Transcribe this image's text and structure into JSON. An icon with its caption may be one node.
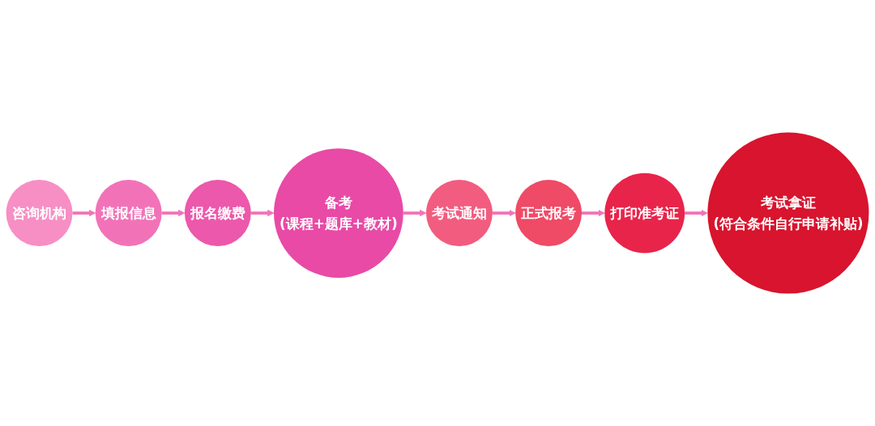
{
  "diagram": {
    "nodes": [
      {
        "text": [
          "咨询机构"
        ]
      },
      {
        "text": [
          "填报信息"
        ]
      },
      {
        "text": [
          "报名缴费"
        ]
      },
      {
        "text": [
          "备考",
          "(课程+题库+教材)"
        ]
      },
      {
        "text": [
          "考试通知"
        ]
      },
      {
        "text": [
          "正式报考"
        ]
      },
      {
        "text": [
          "打印准考证"
        ]
      },
      {
        "text": [
          "考试拿证",
          "(符合条件自行申请补贴)"
        ]
      }
    ],
    "edges": [
      {
        "from": 0,
        "to": 1,
        "arrow": "to"
      },
      {
        "from": 1,
        "to": 2,
        "arrow": "to"
      },
      {
        "from": 2,
        "to": 3,
        "arrow": "to"
      },
      {
        "from": 3,
        "to": 4,
        "arrow": "to"
      },
      {
        "from": 4,
        "to": 5,
        "arrow": "to"
      },
      {
        "from": 5,
        "to": 6,
        "arrow": "to"
      },
      {
        "from": 6,
        "to": 7,
        "arrow": "to"
      }
    ]
  }
}
